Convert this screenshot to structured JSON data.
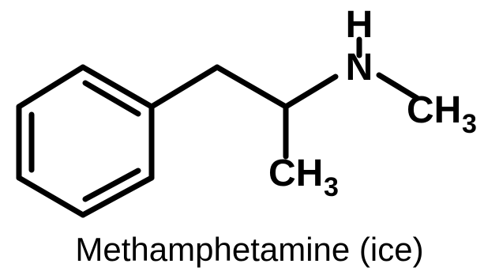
{
  "atoms": {
    "nh_h": "H",
    "nh_n": "N",
    "n_methyl_c": "CH",
    "n_methyl_sub": "3",
    "alpha_methyl_c": "CH",
    "alpha_methyl_sub": "3"
  },
  "caption": "Methamphetamine (ice)",
  "colors": {
    "ink": "#000000",
    "background": "#ffffff"
  }
}
